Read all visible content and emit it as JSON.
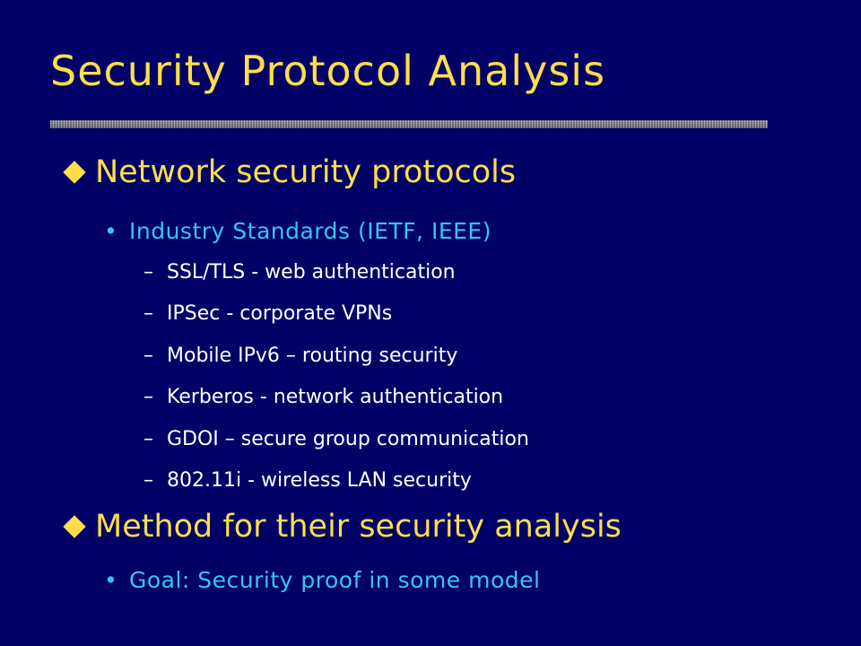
{
  "slide": {
    "title": "Security Protocol Analysis",
    "bullet_symbol": "diamond-bullet",
    "sections": [
      {
        "heading": "Network security protocols",
        "subitems": [
          {
            "text": "Industry Standards (IETF, IEEE)",
            "items": [
              "SSL/TLS  - web authentication",
              "IPSec - corporate VPNs",
              "Mobile IPv6 – routing security",
              "Kerberos - network authentication",
              "GDOI – secure group communication",
              "802.11i - wireless LAN security"
            ]
          }
        ]
      },
      {
        "heading": "Method for their security analysis",
        "subitems": [
          {
            "text": "Goal: Security proof in some model",
            "items": []
          }
        ]
      }
    ]
  },
  "colors": {
    "background": "#000066",
    "title": "#FFDE4A",
    "level1": "#FFDE4A",
    "level2": "#36C5F0",
    "level3": "#FFFFFF"
  }
}
